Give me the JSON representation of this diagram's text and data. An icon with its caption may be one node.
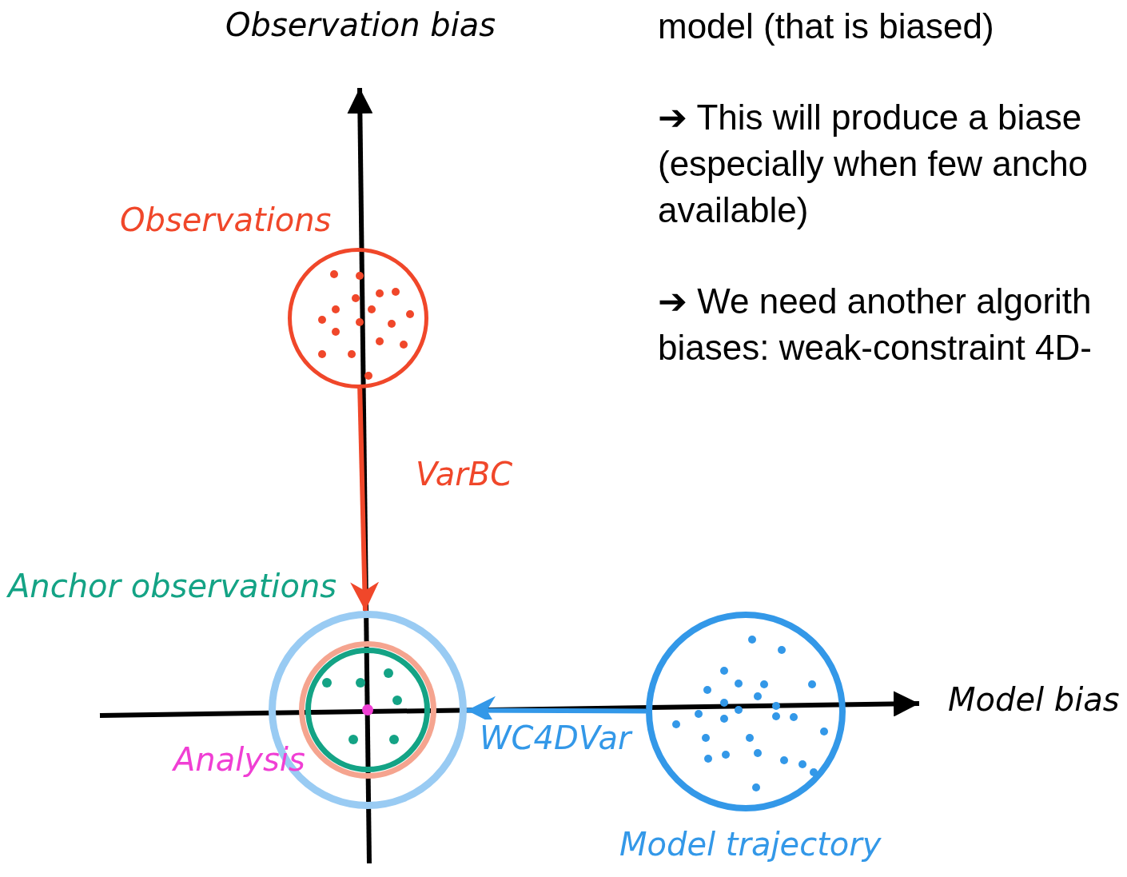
{
  "diagram": {
    "nodes": [
      {
        "text": [
          "Observations"
        ]
      },
      {
        "text": [],
        "shape": "circle"
      },
      {
        "text": [],
        "shape": "circle",
        "in": 1
      },
      {
        "text": [
          "Anchor observations"
        ],
        "in": 2
      },
      {
        "text": [
          "Analysis"
        ],
        "in": 3
      },
      {
        "text": [
          "Model trajectory"
        ]
      }
    ],
    "edges": [
      {
        "from": 0,
        "to": 1,
        "arrow": "to",
        "label": "VarBC",
        "color": "#f0472a"
      },
      {
        "from": 5,
        "to": 1,
        "arrow": "to",
        "label": "WC4DVar",
        "color": "#3398e8"
      }
    ],
    "labels": [
      "Observation bias",
      "Model bias",
      "model (that is biased)",
      "➔ This will produce a biase (especially when few ancho available)",
      "➔ We need another algorith biases: weak-constraint 4D-"
    ]
  }
}
